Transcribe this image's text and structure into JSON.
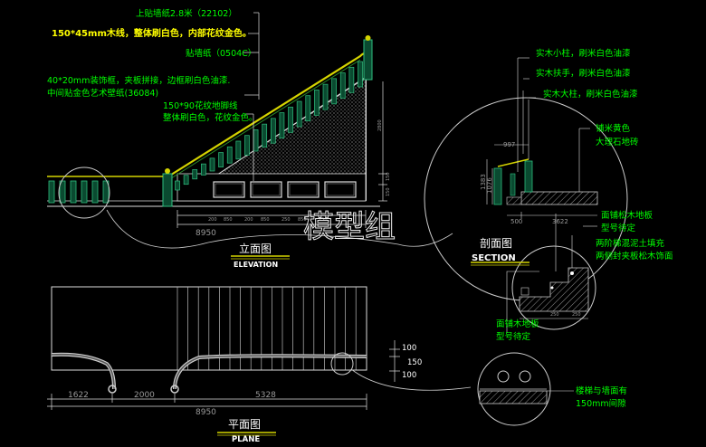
{
  "elevation": {
    "notes": [
      "上贴墙纸2.8米（22102）",
      "150*45mm木线，整体刷白色，内部花纹金色。",
      "贴墙纸（0504C）",
      "40*20mm装饰框，夹板拼接，边框刷白色油漆.",
      "中间贴金色艺术壁纸(36084)",
      "150*90花纹地脚线",
      "整体刷白色，花纹金色。"
    ],
    "dim_total": "8950",
    "dim_panels": [
      "200",
      "850",
      "200",
      "850",
      "250",
      "850",
      "250"
    ],
    "dim_right": [
      "2800",
      "150",
      "150"
    ],
    "title": "立面图",
    "subtitle": "ELEVATION"
  },
  "watermark": "模型组",
  "section": {
    "notes": [
      "实木小柱，刷米白色油漆",
      "实木扶手，刷米白色油漆",
      "实木大柱，刷米白色油漆",
      "铺米黄色",
      "大理石地砖"
    ],
    "dims": [
      "997",
      "1383",
      "1076",
      "500",
      "3622"
    ],
    "detail_notes": [
      "面铺松木地板",
      "型号待定",
      "两阶梯混泥土填充",
      "两侧封夹板松木饰面"
    ],
    "detail_dims": [
      "250",
      "250"
    ],
    "bottom_notes": [
      "面铺木地板",
      "型号待定"
    ],
    "title": "剖面图",
    "subtitle": "SECTION"
  },
  "plane": {
    "dims_bottom": [
      "1622",
      "2000",
      "5328"
    ],
    "dim_total": "8950",
    "dims_right": [
      "100",
      "150",
      "100"
    ],
    "title": "平面图",
    "subtitle": "PLANE",
    "note": [
      "楼梯与墙面有",
      "150mm间隙"
    ]
  },
  "colors": {
    "background": "#000000",
    "green": "#00ff00",
    "yellow": "#ffff00",
    "white": "#ffffff",
    "gray": "#9a9a9a",
    "cyan": "#00e0e0",
    "orange": "#d08020"
  }
}
